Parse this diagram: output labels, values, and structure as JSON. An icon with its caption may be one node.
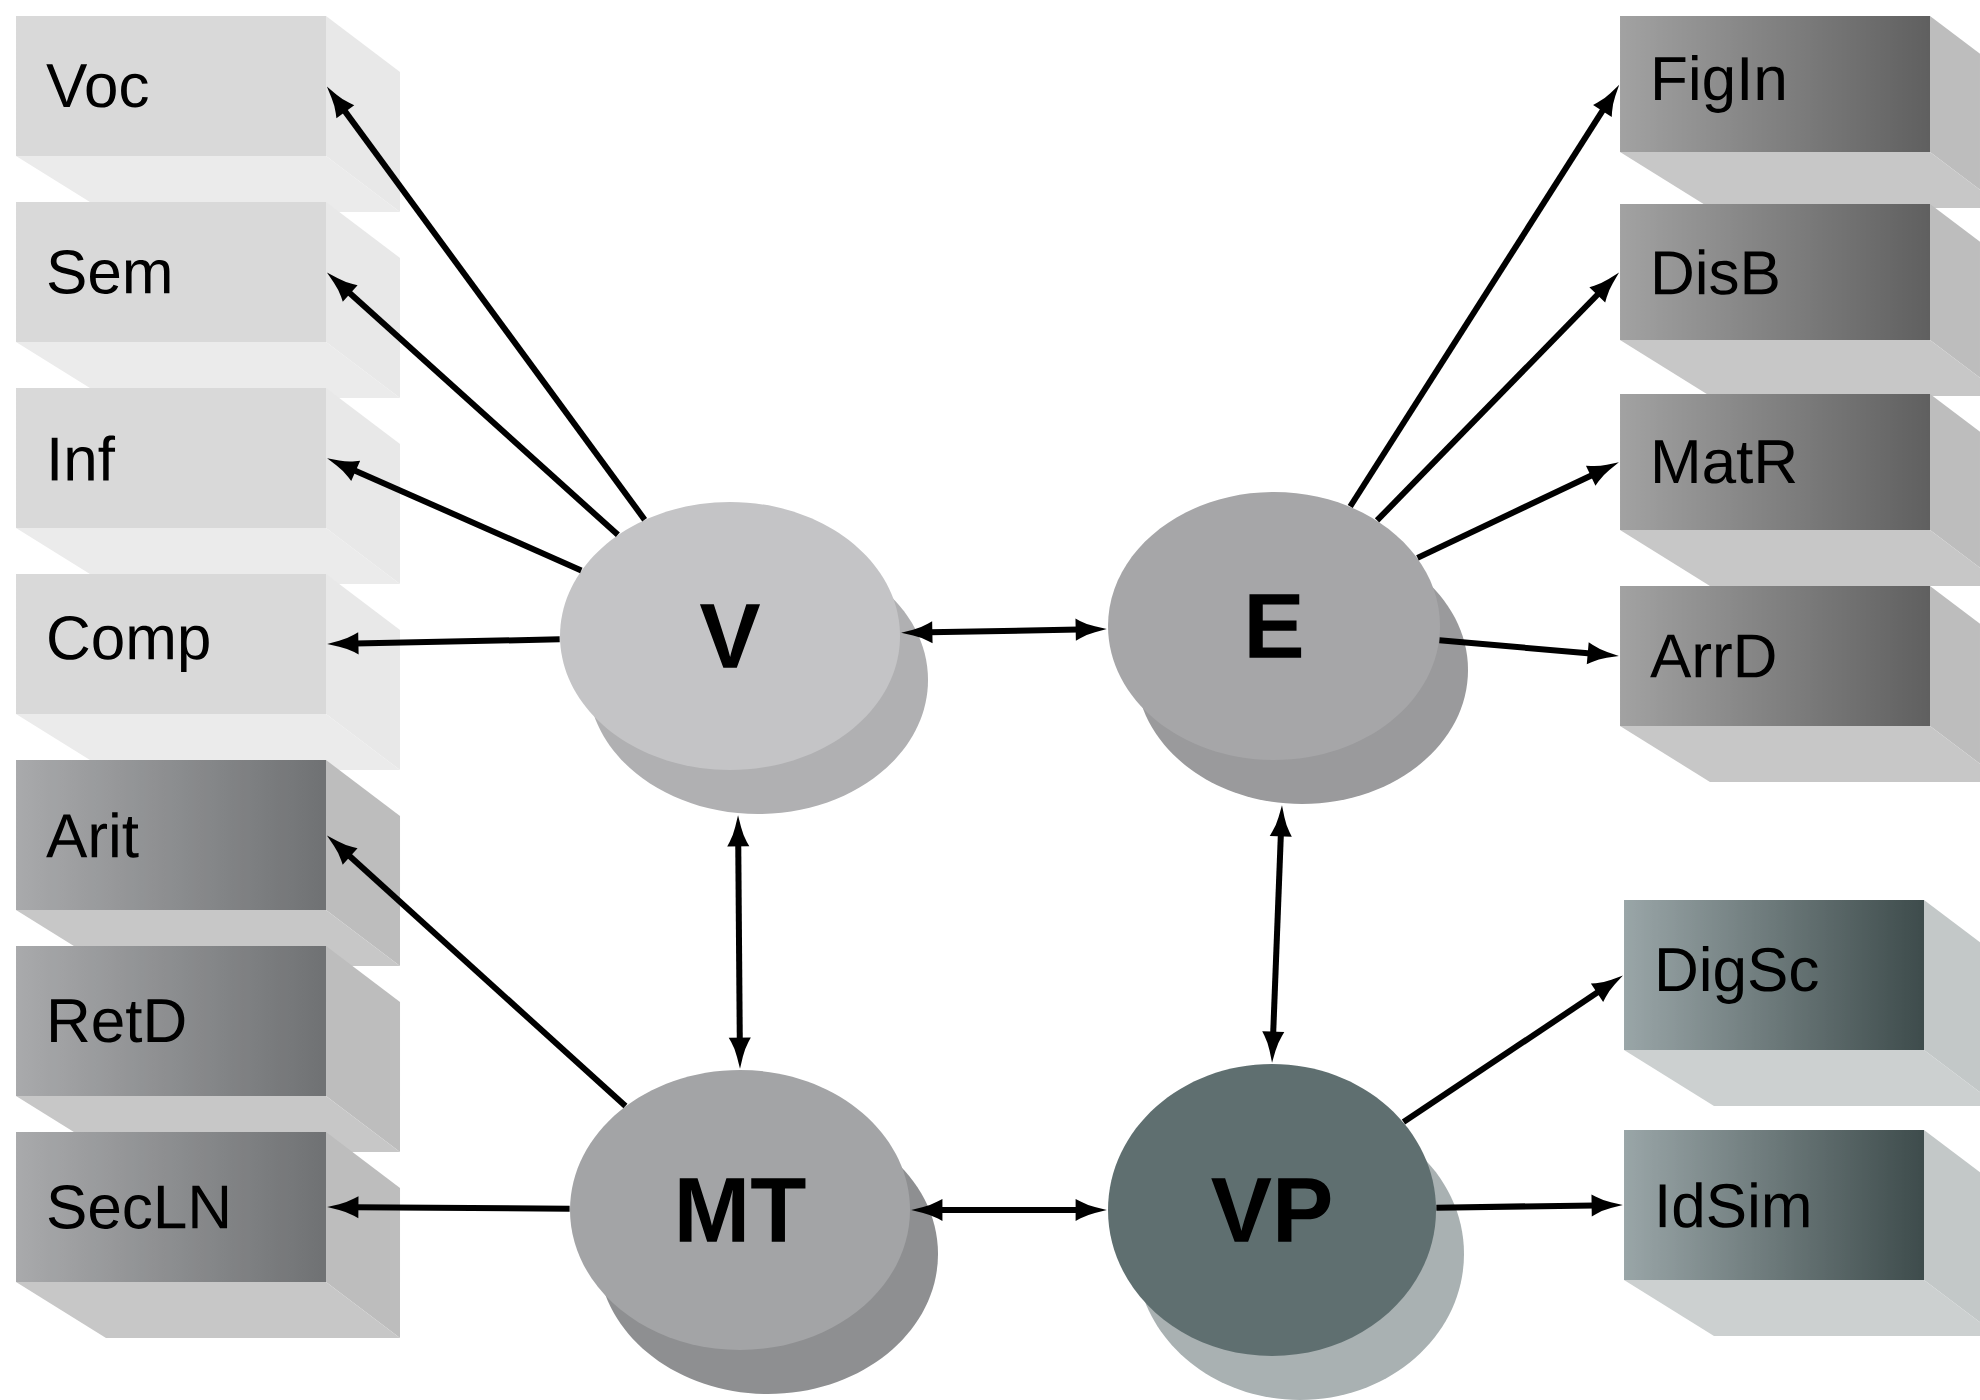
{
  "diagram": {
    "nodes": [
      {
        "text": [
          "Voc"
        ]
      },
      {
        "text": [
          "Sem"
        ]
      },
      {
        "text": [
          "Inf"
        ]
      },
      {
        "text": [
          "Comp"
        ]
      },
      {
        "text": [
          "Arit"
        ]
      },
      {
        "text": [
          "RetD"
        ]
      },
      {
        "text": [
          "SecLN"
        ]
      },
      {
        "text": [
          "V"
        ]
      },
      {
        "text": [
          "E"
        ]
      },
      {
        "text": [
          "MT"
        ]
      },
      {
        "text": [
          "VP"
        ]
      },
      {
        "text": [
          "FigIn"
        ]
      },
      {
        "text": [
          "DisB"
        ]
      },
      {
        "text": [
          "MatR"
        ]
      },
      {
        "text": [
          "ArrD"
        ]
      },
      {
        "text": [
          "DigSc"
        ]
      },
      {
        "text": [
          "IdSim"
        ]
      }
    ],
    "edges": [
      {
        "from": 7,
        "to": 0,
        "arrow": "to"
      },
      {
        "from": 7,
        "to": 1,
        "arrow": "to"
      },
      {
        "from": 7,
        "to": 2,
        "arrow": "to"
      },
      {
        "from": 7,
        "to": 3,
        "arrow": "to"
      },
      {
        "from": 8,
        "to": 11,
        "arrow": "to"
      },
      {
        "from": 8,
        "to": 12,
        "arrow": "to"
      },
      {
        "from": 8,
        "to": 13,
        "arrow": "to"
      },
      {
        "from": 8,
        "to": 14,
        "arrow": "to"
      },
      {
        "from": 7,
        "to": 8,
        "arrow": "both"
      },
      {
        "from": 7,
        "to": 9,
        "arrow": "both"
      },
      {
        "from": 8,
        "to": 10,
        "arrow": "both"
      },
      {
        "from": 9,
        "to": 10,
        "arrow": "both"
      },
      {
        "from": 9,
        "to": 4,
        "arrow": "to"
      },
      {
        "from": 9,
        "to": 6,
        "arrow": "to"
      },
      {
        "from": 10,
        "to": 15,
        "arrow": "to"
      },
      {
        "from": 10,
        "to": 16,
        "arrow": "to"
      }
    ]
  }
}
